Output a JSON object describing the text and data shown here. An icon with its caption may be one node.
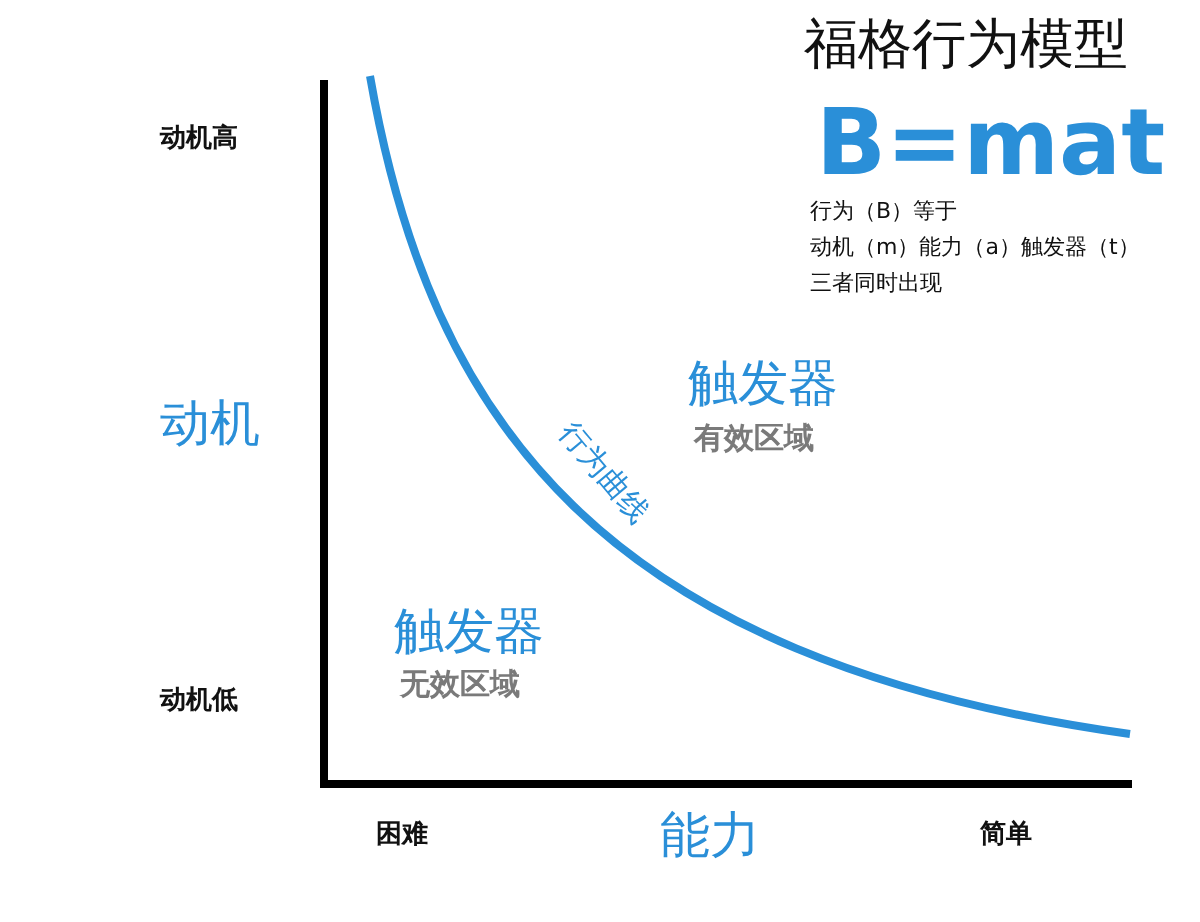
{
  "diagram": {
    "title": "福格行为模型",
    "labels": [
      "B=mat",
      "行为（B）等于",
      "动机（m）能力（a）触发器（t）",
      "三者同时出现",
      "动机高",
      "动机",
      "触发器",
      "有效区域",
      "行为曲线",
      "触发器",
      "无效区域",
      "动机低",
      "困难",
      "能力",
      "简单"
    ]
  }
}
